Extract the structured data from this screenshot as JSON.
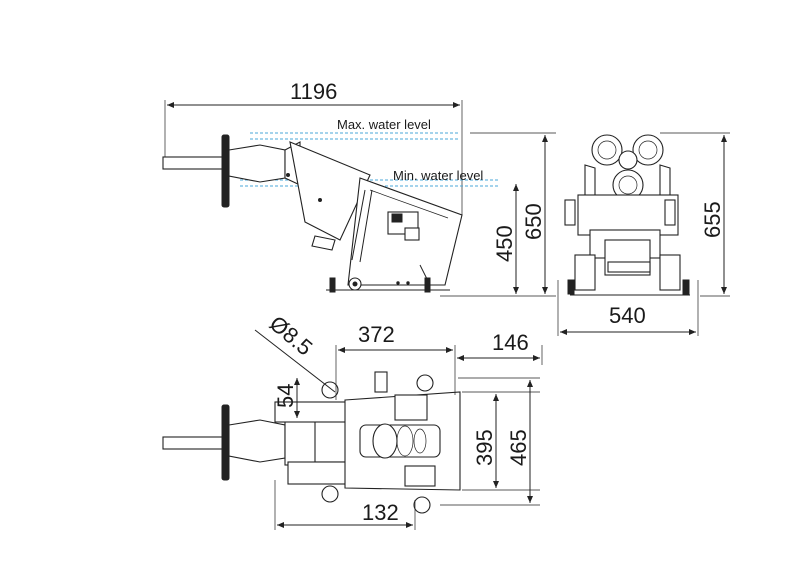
{
  "dimensions": {
    "overall_length": "1196",
    "height_650": "650",
    "height_450": "450",
    "height_655": "655",
    "width_540": "540",
    "hole_dia": "Ø8.5",
    "length_372": "372",
    "length_146": "146",
    "length_54": "54",
    "width_395": "395",
    "width_465": "465",
    "length_132": "132"
  },
  "labels": {
    "max_water": "Max. water level",
    "min_water": "Min. water level"
  },
  "colors": {
    "water_line": "#4aa7d8",
    "ink": "#222222"
  }
}
